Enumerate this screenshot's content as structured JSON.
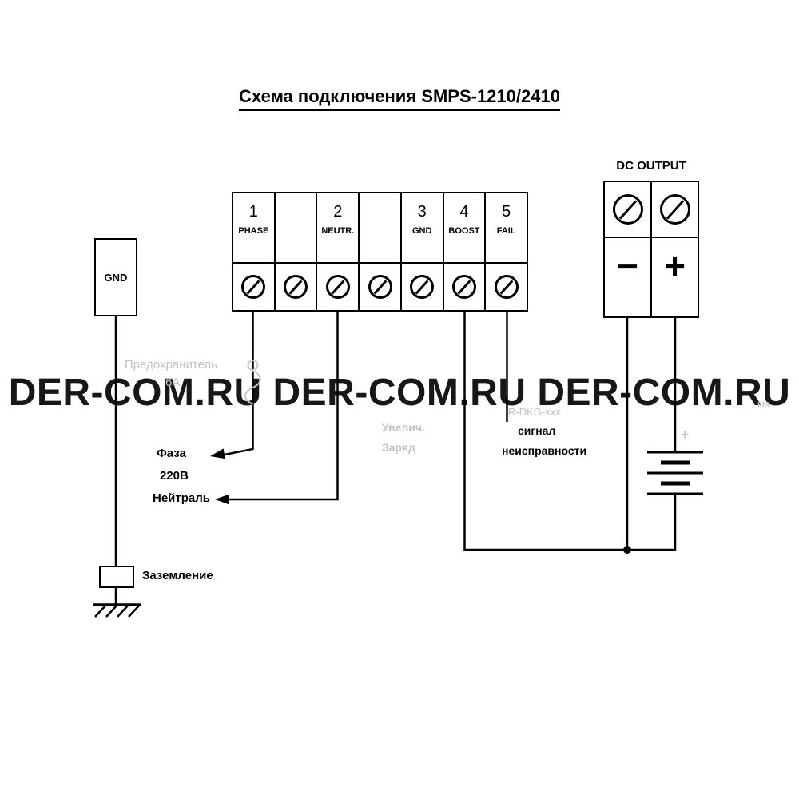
{
  "title": "Схема подключения SMPS-1210/2410",
  "watermark": "DER-COM.RU DER-COM.RU DER-COM.RU",
  "terminal_block": {
    "columns": [
      {
        "num": "1",
        "label": "PHASE"
      },
      {
        "num": "",
        "label": ""
      },
      {
        "num": "2",
        "label": "NEUTR."
      },
      {
        "num": "",
        "label": ""
      },
      {
        "num": "3",
        "label": "GND"
      },
      {
        "num": "4",
        "label": "BOOST"
      },
      {
        "num": "5",
        "label": "FAIL"
      }
    ]
  },
  "dc_output": {
    "title": "DC OUTPUT",
    "negative_label": "−",
    "positive_label": "+"
  },
  "gnd_box_label": "GND",
  "wire_labels": {
    "phase": "Фаза",
    "phase_voltage": "220В",
    "neutral": "Нейтраль",
    "earth": "Заземление",
    "fault_1": "сигнал",
    "fault_2": "неисправности"
  },
  "faded_labels": {
    "fuse_1": "Предохранитель",
    "fuse_2": "6А",
    "boost_1": "Увелич.",
    "boost_2": "Заряд",
    "device_model": "R-DKG-xxx",
    "battery_plus": "+",
    "edge_text": "км."
  },
  "colors": {
    "ink": "#000000",
    "faded_gray": "#c2c2c2",
    "watermark": "#171717",
    "background": "#ffffff"
  }
}
